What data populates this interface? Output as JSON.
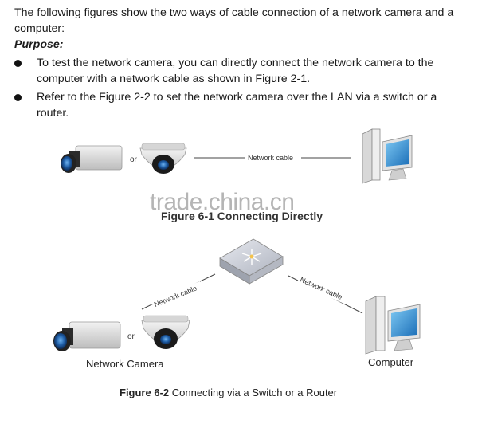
{
  "intro": "The following figures show the two ways of cable connection of a network camera and a computer:",
  "purpose_heading": "Purpose:",
  "bullets": [
    "To test the network camera, you can directly connect the network camera to the computer with a network cable as shown in Figure 2-1.",
    "Refer to the Figure 2-2 to set the network camera over the LAN via a switch or a router."
  ],
  "figure1": {
    "or_label": "or",
    "cable_label": "Network cable",
    "caption_obscured": "Figure 6-1 Connecting Directly"
  },
  "watermark": "trade.china.cn",
  "figure2": {
    "or_label": "or",
    "cable_left_label": "Network cable",
    "cable_right_label": "Network cable",
    "camera_label": "Network Camera",
    "computer_label": "Computer",
    "caption_prefix": "Figure 6-2",
    "caption_text": " Connecting via a Switch or a Router"
  },
  "colors": {
    "camera_body": "#d9d9d9",
    "lens": "#1f5fa8",
    "screen": "#2a8fd6",
    "switch_body": "#c9ccd4"
  }
}
